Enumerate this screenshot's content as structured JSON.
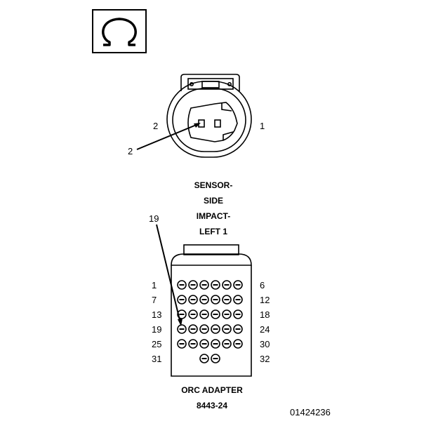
{
  "meter_symbol": {
    "icon": "omega-resistance-icon",
    "glyph": "Ω"
  },
  "sensor_connector": {
    "pin_label_left": "2",
    "pin_label_right": "1",
    "callout": "2",
    "caption_lines": [
      "SENSOR-",
      "SIDE",
      "IMPACT-",
      "LEFT 1"
    ]
  },
  "adapter_connector": {
    "callout": "19",
    "row_labels_left": [
      "1",
      "7",
      "13",
      "19",
      "25",
      "31"
    ],
    "row_labels_right": [
      "6",
      "12",
      "18",
      "24",
      "30",
      "32"
    ],
    "caption": "ORC ADAPTER",
    "part_number": "8443-24"
  },
  "figure_id": "01424236"
}
